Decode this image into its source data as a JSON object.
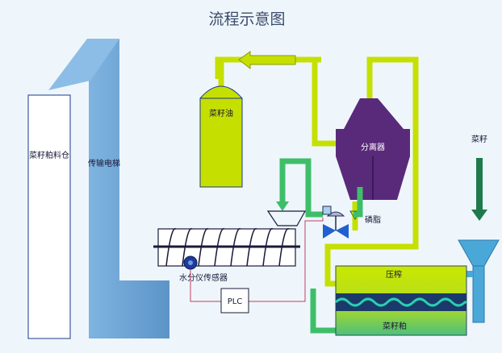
{
  "title": "流程示意图",
  "labels": {
    "silo": "菜籽粕料仓",
    "elevator": "传输电梯",
    "oil_tank": "菜籽油",
    "separator": "分离器",
    "lecithin": "磷脂",
    "seed": "菜籽",
    "press": "压榨",
    "meal": "菜籽粕",
    "sensor": "水分仪传感器",
    "plc": "PLC"
  },
  "colors": {
    "background": "#eef6fb",
    "elevator": "#6ea6d6",
    "oil_pipe": "#c5e000",
    "green_pipe": "#3fbe6a",
    "separator": "#5a2a7a",
    "seed_arrow": "#1e7a4a",
    "hopper": "#4aa8d8",
    "valve": "#2060d0",
    "signal_line": "#c04060"
  }
}
